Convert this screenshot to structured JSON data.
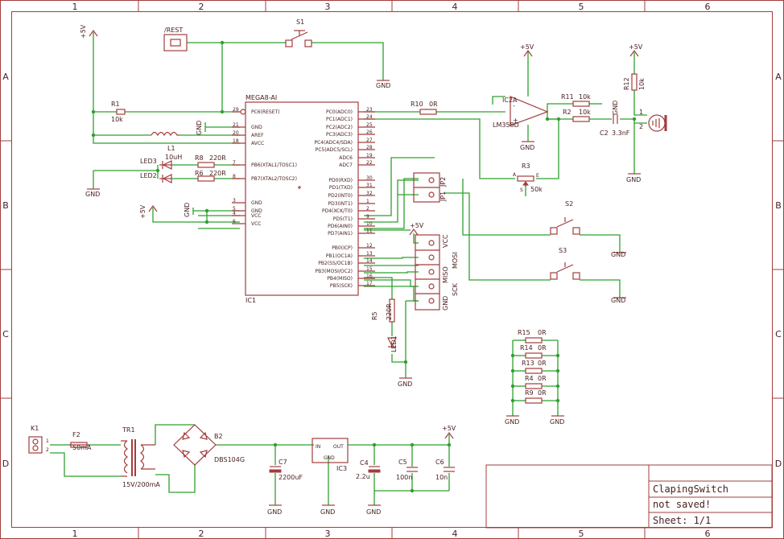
{
  "frame": {
    "cols": [
      "1",
      "2",
      "3",
      "4",
      "5",
      "6"
    ],
    "rows": [
      "A",
      "B",
      "C",
      "D"
    ]
  },
  "title_block": {
    "title": "ClapingSwitch",
    "status": "not saved!",
    "sheet": "Sheet: 1/1"
  },
  "labels": {
    "plus5v_1": "+5V",
    "reset_box": "/REST",
    "s1": "S1",
    "gnd_s1": "GND",
    "r1": "R1",
    "r1v": "10k",
    "ic1_name": "MEGA8-AI",
    "ic1_ref": "IC1",
    "l1": "L1",
    "l1v": "10uH",
    "led3": "LED3",
    "led2": "LED2",
    "r8": "R8",
    "r8v": "220R",
    "r6": "R6",
    "r6v": "220R",
    "gnd_led": "GND",
    "plus5v_2": "+5V",
    "gnd_pin": "GND",
    "gnd_l": "GND",
    "left_pins": [
      "PC6(RESET)",
      "GND",
      "AREF",
      "AVCC",
      "PB6(XTAL1/TOSC1)",
      "PB7(XTAL2/TOSC2)",
      "GND",
      "GND",
      "VCC",
      "VCC"
    ],
    "left_nums": [
      "29",
      "21",
      "20",
      "18",
      "7",
      "8",
      "3",
      "5",
      "4",
      "6"
    ],
    "right_pins": [
      "PC0(ADC0)",
      "PC1(ADC1)",
      "PC2(ADC2)",
      "PC3(ADC3)",
      "PC4(ADC4/SDA)",
      "PC5(ADC5/SCL)",
      "ADC6",
      "ADC7",
      "PD0(RXD)",
      "PD1(TXD)",
      "PD2(INT0)",
      "PD3(INT1)",
      "PD4(XCK/T0)",
      "PD5(T1)",
      "PD6(AIN0)",
      "PD7(AIN1)",
      "PB0(ICP)",
      "PB1(OC1A)",
      "PB2(SS/OC1B)",
      "PB3(MOSI/OC2)",
      "PB4(MISO)",
      "PB5(SCK)"
    ],
    "right_nums": [
      "23",
      "24",
      "25",
      "26",
      "27",
      "28",
      "19",
      "22",
      "30",
      "31",
      "32",
      "1",
      "2",
      "9",
      "10",
      "11",
      "12",
      "13",
      "14",
      "15",
      "16",
      "17"
    ],
    "r10": "R10",
    "r10v": "0R",
    "ic2a": "IC2A",
    "ic2v": "LM358D",
    "plus5v_ic2": "+5V",
    "gnd_ic2": "GND",
    "r11": "R11",
    "r11v": "10k",
    "r2": "R2",
    "r2v": "10k",
    "gnd_r11": "GND",
    "c2": "C2",
    "c2v": "3.3nF",
    "plus5v_r12": "+5V",
    "r12": "R12",
    "r12v": "10k",
    "gnd_mic": "GND",
    "mic1": "1",
    "mic2": "2",
    "r3": "R3",
    "r3v": "50k",
    "r3a": "A",
    "r3e": "E",
    "r3s": "S",
    "jp1": "JP1",
    "jp2": "JP2",
    "s2": "S2",
    "gnd_s2": "GND",
    "s3": "S3",
    "gnd_s3": "GND",
    "plus5v_isp": "+5V",
    "isp_vcc": "VCC",
    "isp_mosi": "MOSI",
    "isp_miso": "MISO",
    "isp_sck": "SCK",
    "isp_gnd": "GND",
    "r5": "R5",
    "r5v": "220R",
    "led1": "LED1",
    "gnd_led1": "GND",
    "r15": "R15",
    "r14": "R14",
    "r13": "R13",
    "r4": "R4",
    "r9": "R9",
    "r0v": "0R",
    "gnd_rb1": "GND",
    "gnd_rb2": "GND",
    "k1": "K1",
    "k1p1": "1",
    "k1p2": "2",
    "f2": "F2",
    "f2v": "50mA",
    "tr1": "TR1",
    "tr1v": "15V/200mA",
    "b2": "B2",
    "b2v": "DBS104G",
    "c7": "C7",
    "c7v": "2200uF",
    "gnd_c7": "GND",
    "ic3": "IC3",
    "ic3_in": "IN",
    "ic3_out": "OUT",
    "ic3_gnd": "GND",
    "gnd_ic3": "GND",
    "c4": "C4",
    "c4v": "2.2u",
    "gnd_c4": "GND",
    "c5": "C5",
    "c5v": "100n",
    "c6": "C6",
    "c6v": "10n",
    "plus5v_psu": "+5V"
  }
}
